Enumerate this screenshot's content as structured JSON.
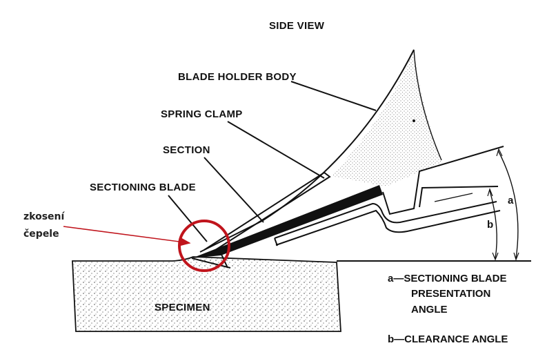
{
  "title": "SIDE VIEW",
  "labels": {
    "blade_holder_body": "BLADE HOLDER BODY",
    "spring_clamp": "SPRING CLAMP",
    "section": "SECTION",
    "sectioning_blade": "SECTIONING BLADE",
    "specimen": "SPECIMEN",
    "dim_a": "a",
    "dim_b": "b"
  },
  "annotation": {
    "line1": "zkosení",
    "line2": "čepele",
    "color": "#c0141c"
  },
  "legend": {
    "a_line1": "a—SECTIONING BLADE",
    "a_line2": "PRESENTATION",
    "a_line3": "ANGLE",
    "b_line1": "b—CLEARANCE ANGLE"
  }
}
